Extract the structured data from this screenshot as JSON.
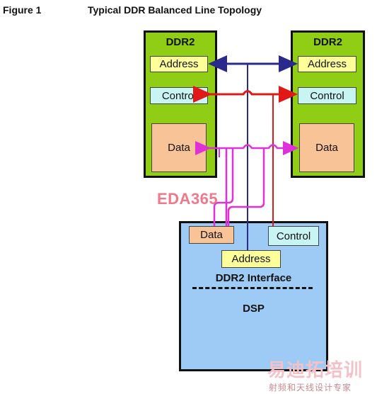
{
  "figure": {
    "label": "Figure 1",
    "title": "Typical DDR Balanced Line Topology"
  },
  "chips": [
    {
      "title": "DDR2",
      "address": "Address",
      "control": "Control",
      "data": "Data"
    },
    {
      "title": "DDR2",
      "address": "Address",
      "control": "Control",
      "data": "Data"
    }
  ],
  "dsp": {
    "data": "Data",
    "control": "Control",
    "address": "Address",
    "interface_label": "DDR2 Interface",
    "name": "DSP"
  },
  "watermarks": {
    "eda": "EDA365",
    "brand": "易迪拓培训",
    "brand_sub": "射频和天线设计专家"
  },
  "colors": {
    "chip": "#8fce14",
    "address_box": "#ffff9a",
    "control_box": "#c9f4f4",
    "data_box": "#f9c398",
    "dsp": "#9ecbf5",
    "address_line": "#2a2a8c",
    "control_line": "#e01818",
    "data_line": "#e030d8"
  }
}
